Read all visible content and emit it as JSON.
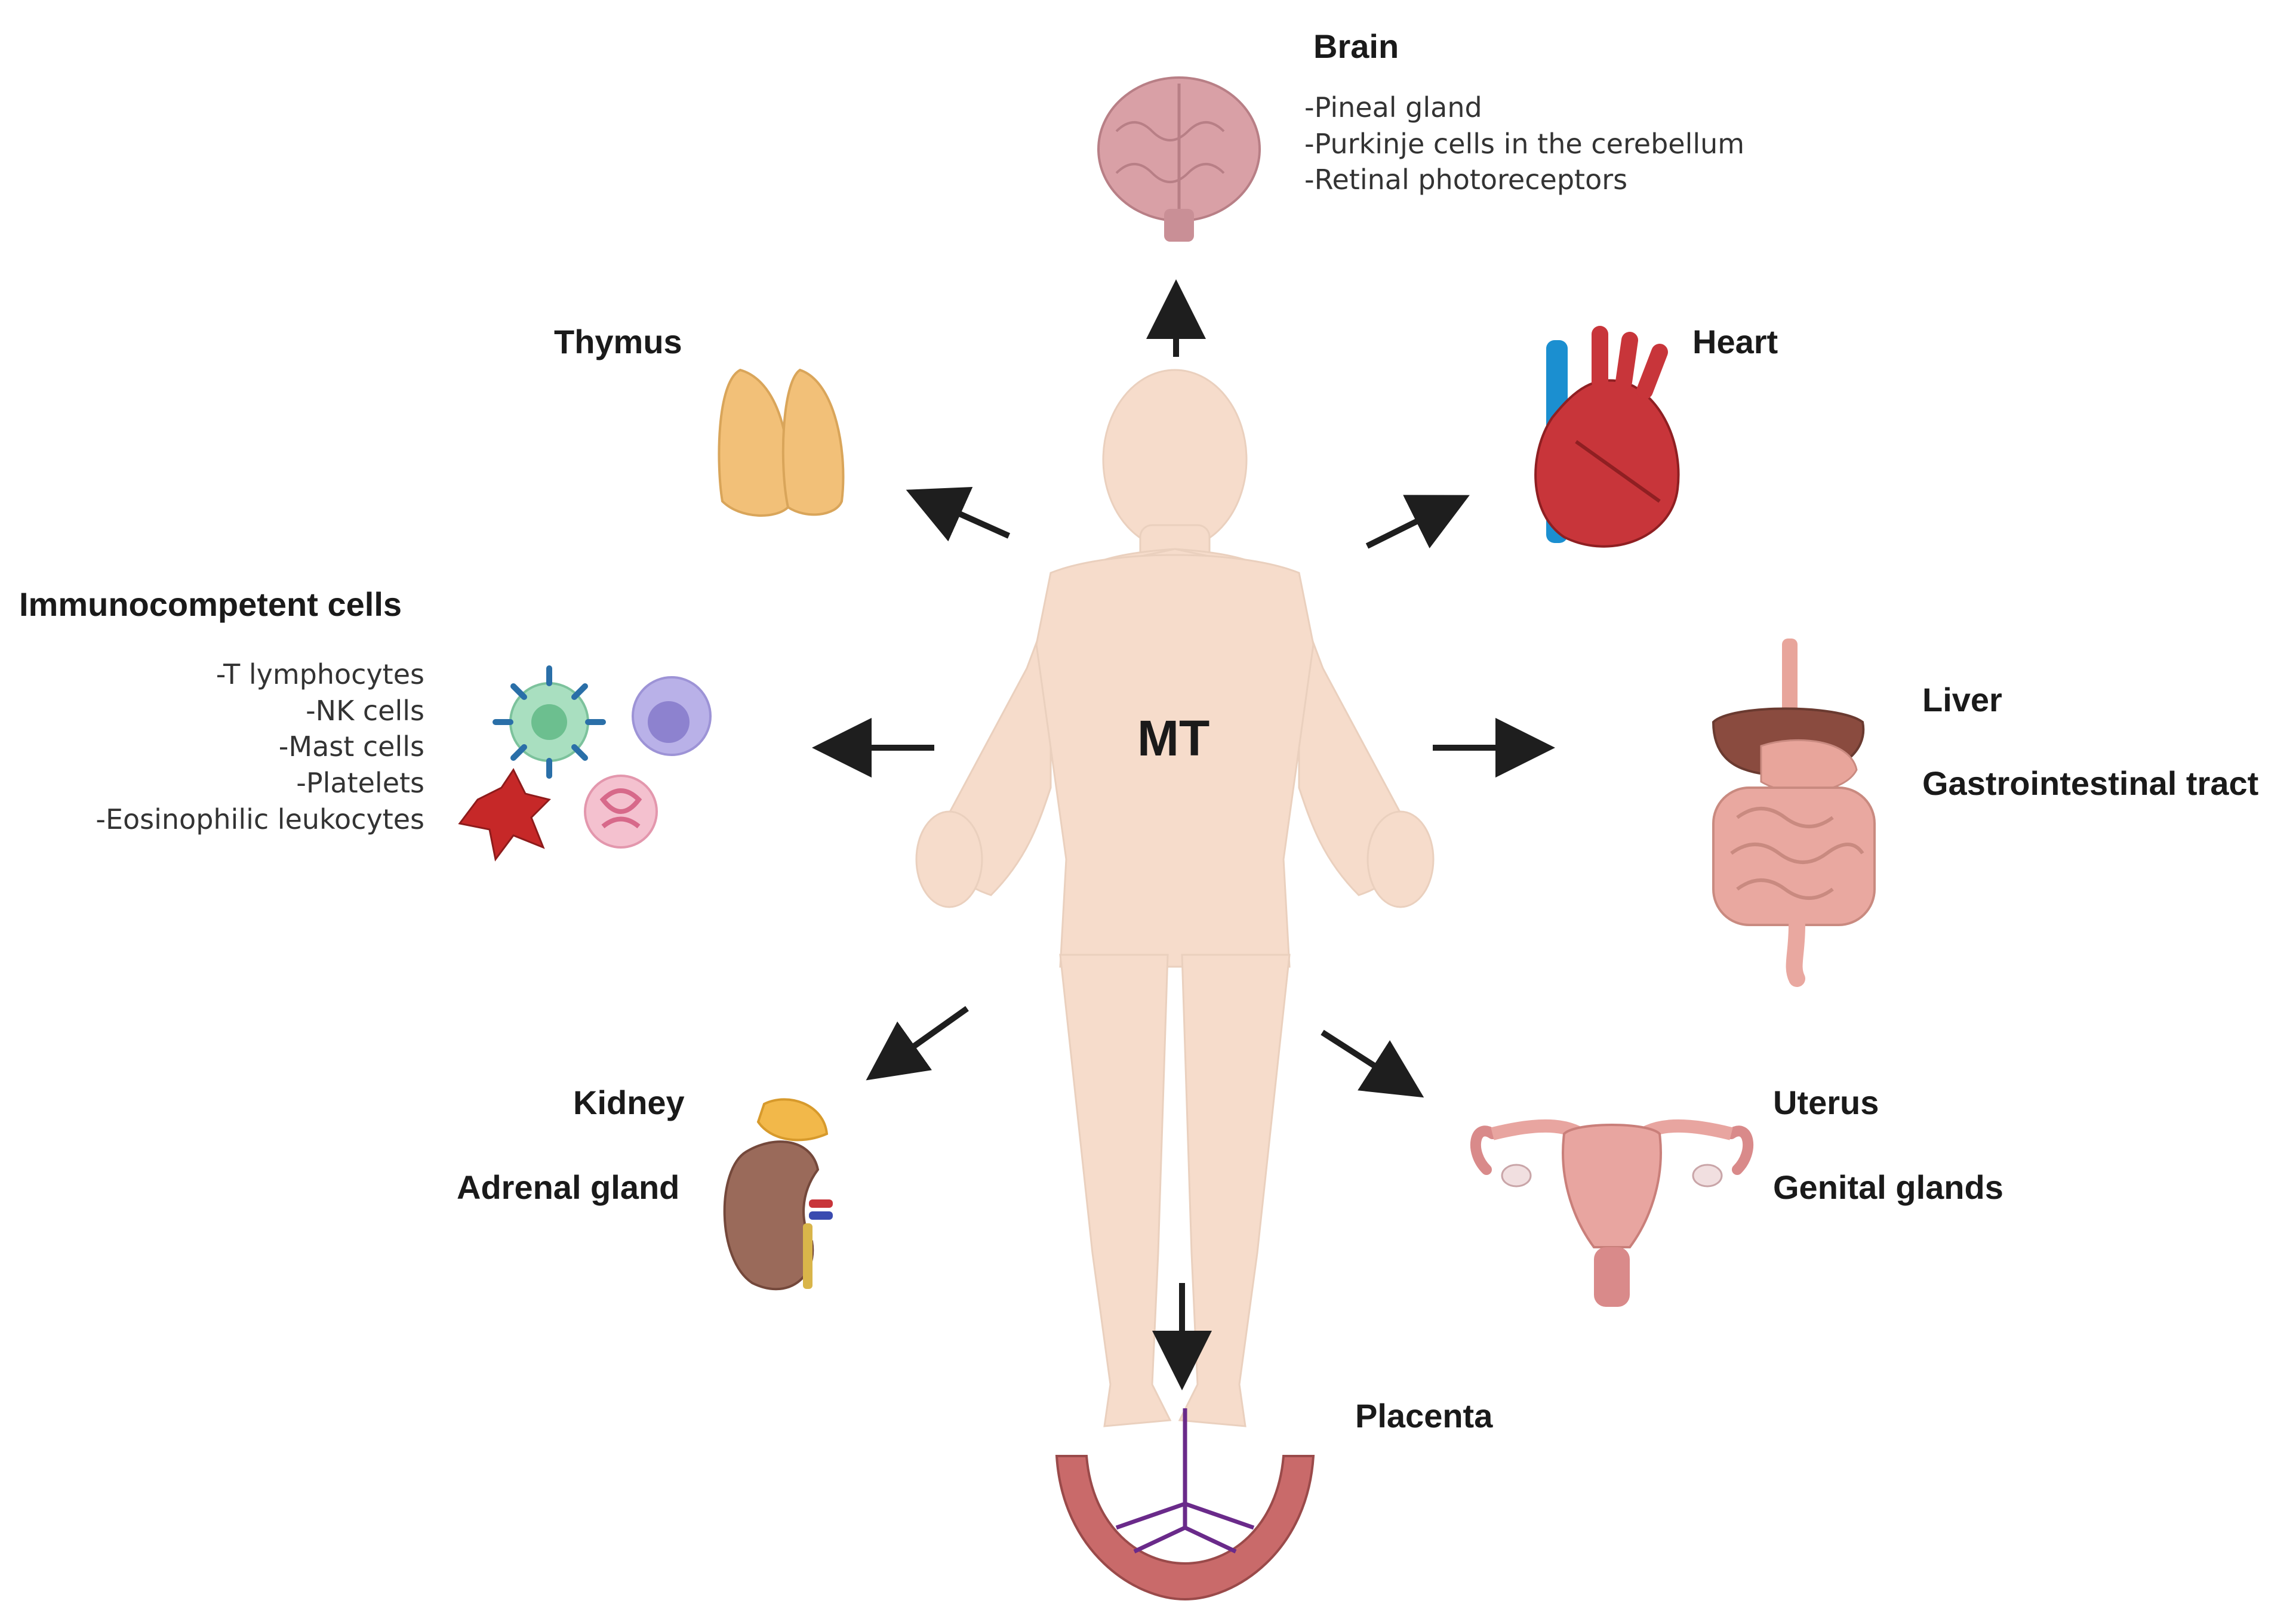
{
  "center": {
    "label": "MT"
  },
  "organs": {
    "brain": {
      "title": "Brain",
      "items": [
        "-Pineal gland",
        "-Purkinje cells in the cerebellum",
        "-Retinal photoreceptors"
      ]
    },
    "thymus": {
      "title": "Thymus"
    },
    "heart": {
      "title": "Heart"
    },
    "immune": {
      "title": "Immunocompetent cells",
      "items": [
        "-T lymphocytes",
        "-NK cells",
        "-Mast cells",
        "-Platelets",
        "-Eosinophilic leukocytes"
      ]
    },
    "liver": {
      "title": "Liver"
    },
    "gi": {
      "title": "Gastrointestinal tract"
    },
    "kidney": {
      "title": "Kidney"
    },
    "adrenal": {
      "title": "Adrenal gland"
    },
    "uterus": {
      "title": "Uterus"
    },
    "genital": {
      "title": "Genital glands"
    },
    "placenta": {
      "title": "Placenta"
    }
  },
  "colors": {
    "body": "#f6dccb",
    "arrow": "#1e1e1e",
    "brain": "#d9a0a6",
    "thymus": "#f2c078",
    "heart": "#c8353a",
    "kidney": "#9a6a5a",
    "uterus": "#e8a5a0",
    "placenta": "#c96a6a"
  }
}
